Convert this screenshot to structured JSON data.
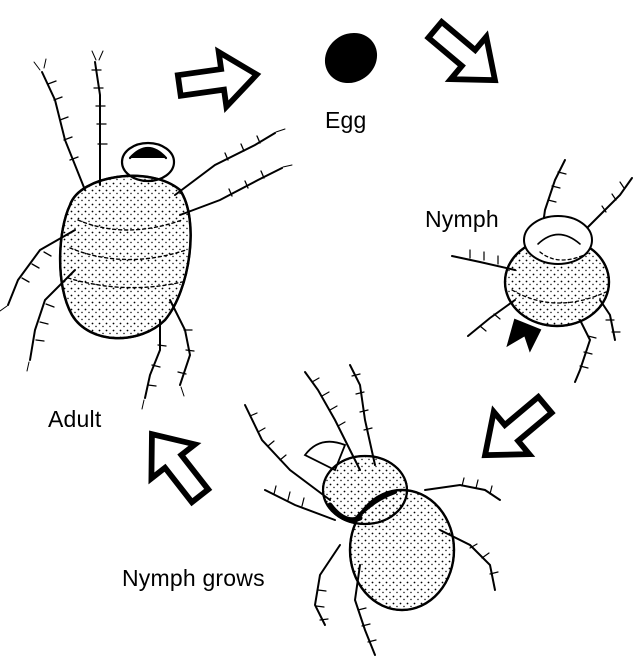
{
  "diagram": {
    "stages": [
      {
        "id": "egg",
        "label": "Egg"
      },
      {
        "id": "nymph",
        "label": "Nymph"
      },
      {
        "id": "nymph-grows",
        "label": "Nymph grows"
      },
      {
        "id": "adult",
        "label": "Adult"
      }
    ],
    "flow": [
      "egg",
      "nymph",
      "nymph-grows",
      "adult",
      "egg"
    ],
    "colors": {
      "ink": "#000000",
      "paper": "#ffffff"
    }
  }
}
